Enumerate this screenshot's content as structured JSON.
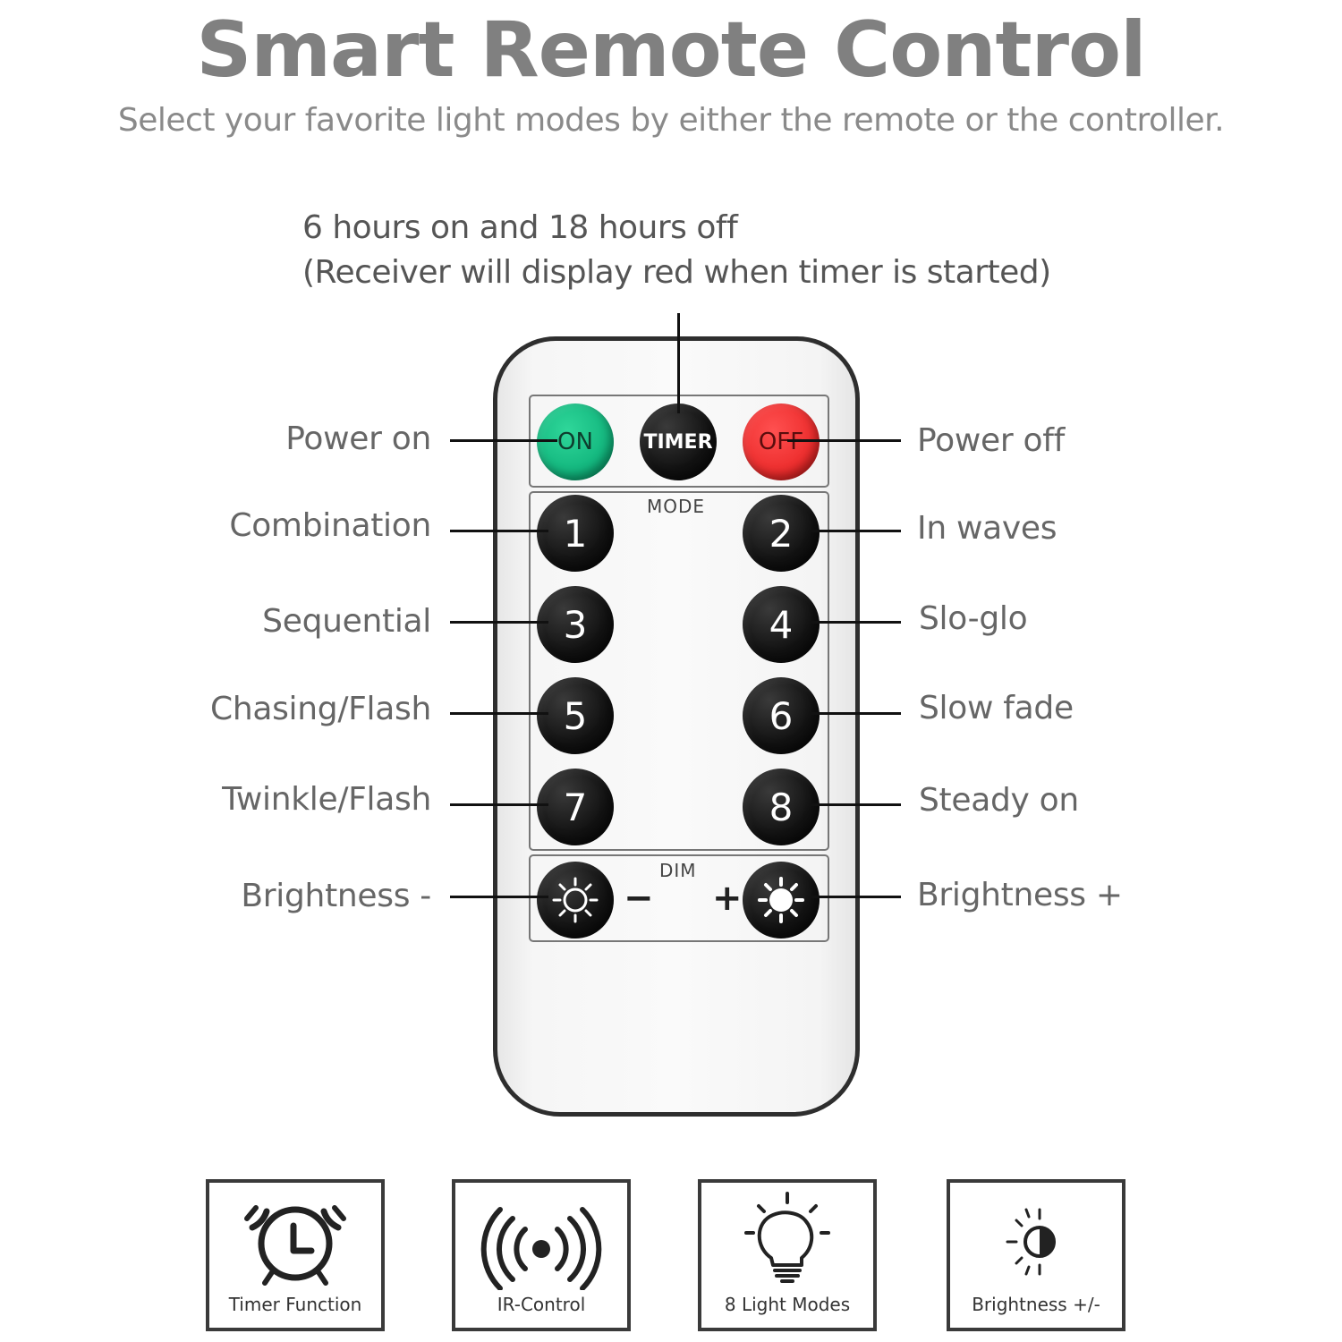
{
  "title": "Smart Remote Control",
  "subtitle": "Select your favorite light modes by either the remote or the controller.",
  "timer_note": {
    "line1": "6 hours on and 18 hours off",
    "line2": "(Receiver will display red when timer is started)"
  },
  "remote": {
    "buttons": {
      "on": "ON",
      "timer": "TIMER",
      "off": "OFF",
      "modes": [
        "1",
        "2",
        "3",
        "4",
        "5",
        "6",
        "7",
        "8"
      ],
      "minus": "−",
      "plus": "+"
    },
    "mode_caption": "MODE",
    "dim_caption": "DIM",
    "colors": {
      "on": "#12b97f",
      "off": "#ea2828",
      "button": "#111111"
    }
  },
  "labels": {
    "power_on": "Power on",
    "power_off": "Power off",
    "mode1": "Combination",
    "mode2": "In waves",
    "mode3": "Sequential",
    "mode4": "Slo-glo",
    "mode5": "Chasing/Flash",
    "mode6": "Slow fade",
    "mode7": "Twinkle/Flash",
    "mode8": "Steady on",
    "brightness_minus": "Brightness -",
    "brightness_plus": "Brightness +"
  },
  "features": [
    {
      "icon": "alarm-clock-icon",
      "label": "Timer Function"
    },
    {
      "icon": "ir-signal-icon",
      "label": "IR-Control"
    },
    {
      "icon": "light-bulb-icon",
      "label": "8 Light Modes"
    },
    {
      "icon": "brightness-icon",
      "label": "Brightness +/-"
    }
  ]
}
